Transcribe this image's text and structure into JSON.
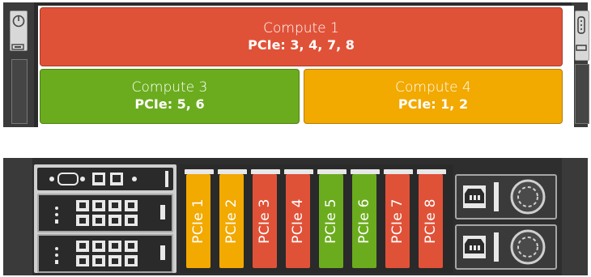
{
  "colors": {
    "compute1": "#e05238",
    "compute3": "#6bac1e",
    "compute4": "#f2a900",
    "chassis": "#2b2b2b",
    "panel_gray": "#d9d9d9"
  },
  "front": {
    "regions": [
      {
        "id": "compute1",
        "name": "Compute 1",
        "pcie": "PCIe: 3, 4, 7, 8"
      },
      {
        "id": "compute3",
        "name": "Compute 3",
        "pcie": "PCIe: 5, 6"
      },
      {
        "id": "compute4",
        "name": "Compute 4",
        "pcie": "PCIe: 1, 2"
      }
    ]
  },
  "rear": {
    "slots": [
      {
        "label": "PCIe 1",
        "compute": "compute4"
      },
      {
        "label": "PCIe 2",
        "compute": "compute4"
      },
      {
        "label": "PCIe 3",
        "compute": "compute1"
      },
      {
        "label": "PCIe 4",
        "compute": "compute1"
      },
      {
        "label": "PCIe 5",
        "compute": "compute3"
      },
      {
        "label": "PCIe 6",
        "compute": "compute3"
      },
      {
        "label": "PCIe 7",
        "compute": "compute1"
      },
      {
        "label": "PCIe 8",
        "compute": "compute1"
      }
    ],
    "icons": [
      "power-button-icon",
      "usb-icon",
      "vga-port-icon",
      "ethernet-port-icon",
      "power-socket-icon",
      "fan-icon"
    ]
  }
}
